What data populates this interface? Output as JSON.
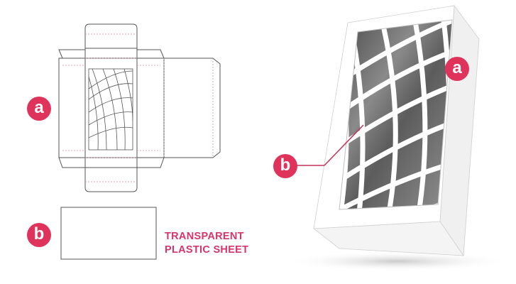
{
  "labels": {
    "a_left": "a",
    "b_left": "b",
    "a_right": "a",
    "b_right": "b"
  },
  "caption": {
    "line1": "TRANSPARENT",
    "line2": "PLASTIC SHEET"
  },
  "colors": {
    "accent": "#e0335b",
    "caption": "#d8336b",
    "line": "#555555",
    "window_dark": "#6a6a6a"
  }
}
